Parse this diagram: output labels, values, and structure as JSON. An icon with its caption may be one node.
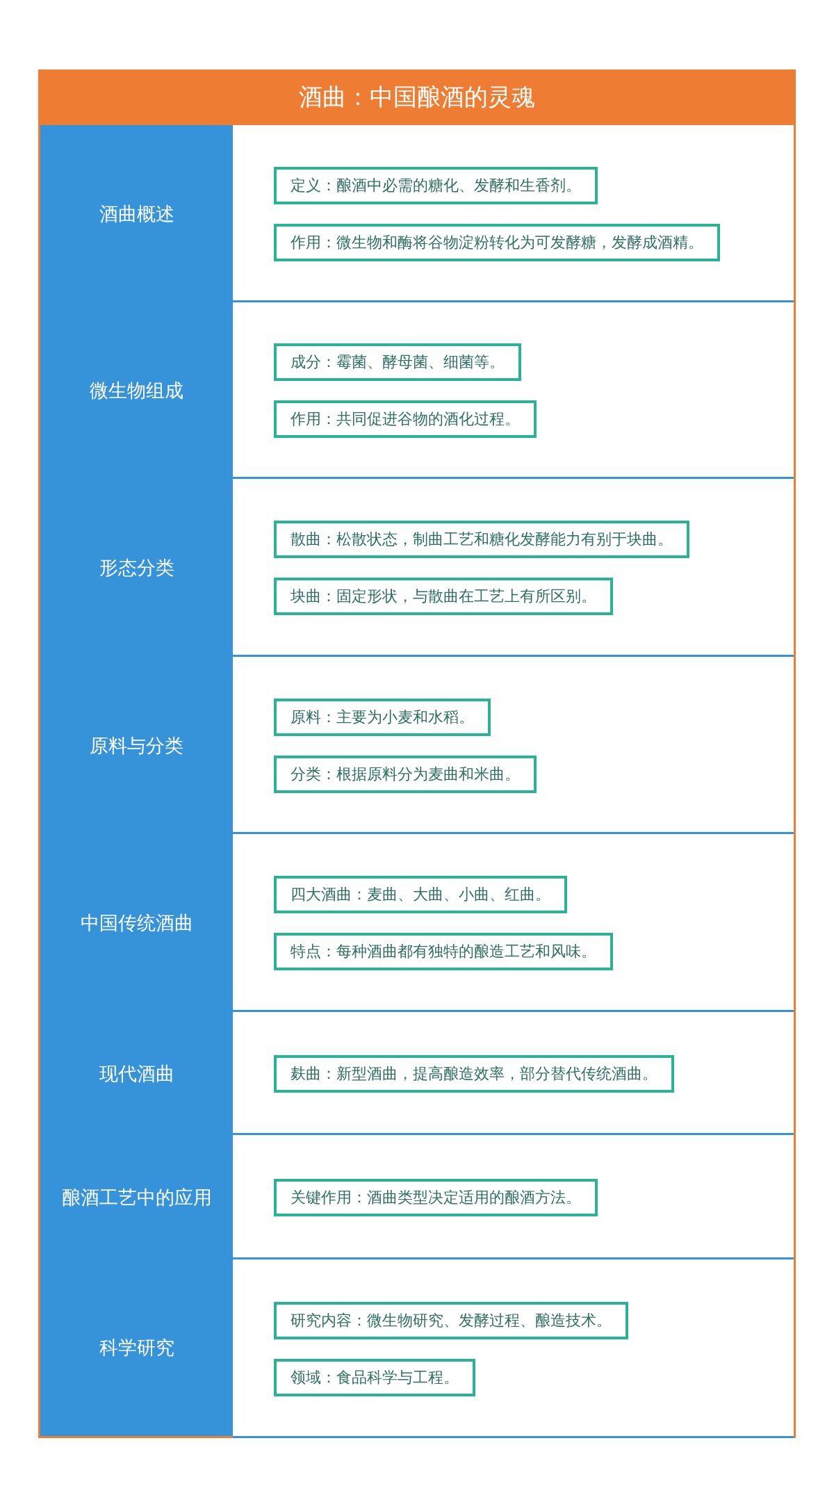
{
  "diagram": {
    "title": "酒曲：中国酿酒的灵魂",
    "nodes": [
      {
        "text": [
          "酒曲概述"
        ]
      },
      {
        "text": [
          "定义：酿酒中必需的糖化、发酵和生香剂。"
        ]
      },
      {
        "text": [
          "作用：微生物和酶将谷物淀粉转化为可发酵糖，发酵成酒精。"
        ]
      },
      {
        "text": [
          "微生物组成"
        ]
      },
      {
        "text": [
          "成分：霉菌、酵母菌、细菌等。"
        ]
      },
      {
        "text": [
          "作用：共同促进谷物的酒化过程。"
        ]
      },
      {
        "text": [
          "形态分类"
        ]
      },
      {
        "text": [
          "散曲：松散状态，制曲工艺和糖化发酵能力有别于块曲。"
        ]
      },
      {
        "text": [
          "块曲：固定形状，与散曲在工艺上有所区别。"
        ]
      },
      {
        "text": [
          "原料与分类"
        ]
      },
      {
        "text": [
          "原料：主要为小麦和水稻。"
        ]
      },
      {
        "text": [
          "分类：根据原料分为麦曲和米曲。"
        ]
      },
      {
        "text": [
          "中国传统酒曲"
        ]
      },
      {
        "text": [
          "四大酒曲：麦曲、大曲、小曲、红曲。"
        ]
      },
      {
        "text": [
          "特点：每种酒曲都有独特的酿造工艺和风味。"
        ]
      },
      {
        "text": [
          "现代酒曲"
        ]
      },
      {
        "text": [
          "麸曲：新型酒曲，提高酿造效率，部分替代传统酒曲。"
        ]
      },
      {
        "text": [
          "酿酒工艺中的应用"
        ]
      },
      {
        "text": [
          "关键作用：酒曲类型决定适用的酿酒方法。"
        ]
      },
      {
        "text": [
          "科学研究"
        ]
      },
      {
        "text": [
          "研究内容：微生物研究、发酵过程、酿造技术。"
        ]
      },
      {
        "text": [
          "领域：食品科学与工程。"
        ]
      }
    ],
    "edges": []
  }
}
